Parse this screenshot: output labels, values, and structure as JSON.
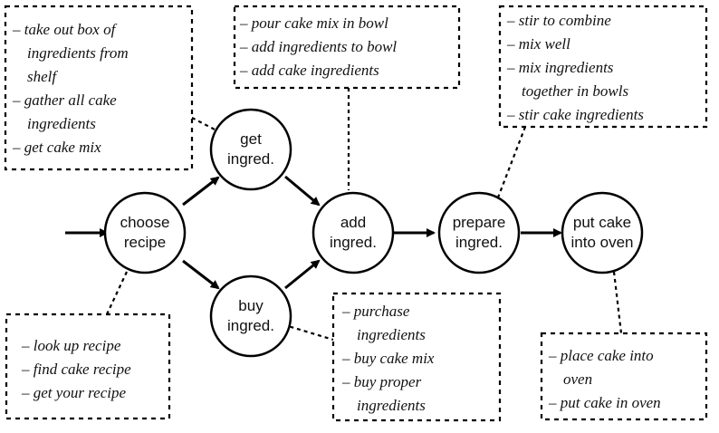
{
  "nodes": {
    "choose": {
      "line1": "choose",
      "line2": "recipe"
    },
    "get": {
      "line1": "get",
      "line2": "ingred."
    },
    "buy": {
      "line1": "buy",
      "line2": "ingred."
    },
    "add": {
      "line1": "add",
      "line2": "ingred."
    },
    "prepare": {
      "line1": "prepare",
      "line2": "ingred."
    },
    "put": {
      "line1": "put cake",
      "line2": "into oven"
    }
  },
  "notes": {
    "get": [
      "– take out box of",
      "ingredients from",
      "shelf",
      "– gather all cake",
      "ingredients",
      "– get cake mix"
    ],
    "add": [
      "– pour cake mix in bowl",
      "– add ingredients to bowl",
      "– add cake ingredients"
    ],
    "prepare": [
      "– stir to combine",
      "– mix well",
      "– mix ingredients",
      "together in bowls",
      "– stir cake ingredients"
    ],
    "choose": [
      "– look up recipe",
      "– find cake recipe",
      "– get your recipe"
    ],
    "buy": [
      "– purchase",
      "ingredients",
      "– buy cake mix",
      "– buy proper",
      "ingredients"
    ],
    "put": [
      "– place cake into",
      "oven",
      "– put cake in oven"
    ]
  }
}
